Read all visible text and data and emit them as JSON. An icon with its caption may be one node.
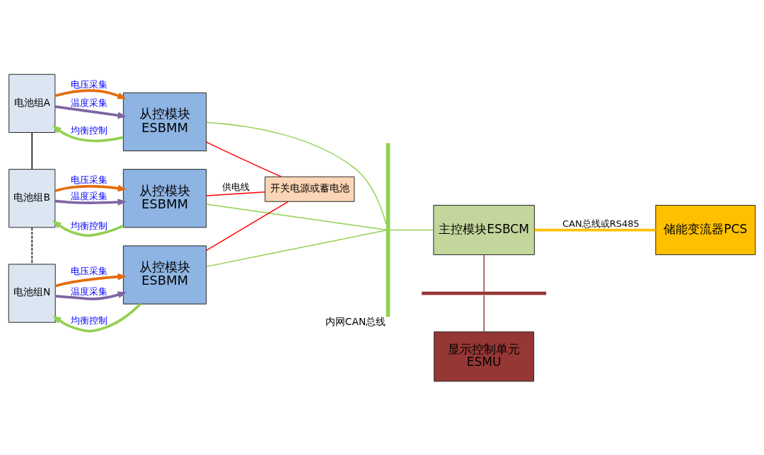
{
  "diagram": {
    "nodes": [
      {
        "text": [
          "电池组A"
        ]
      },
      {
        "text": [
          "从控模块",
          "ESBMM"
        ]
      },
      {
        "text": [
          "电池组B"
        ]
      },
      {
        "text": [
          "从控模块",
          "ESBMM"
        ]
      },
      {
        "text": [
          "电池组N"
        ]
      },
      {
        "text": [
          "从控模块",
          "ESBMM"
        ]
      },
      {
        "text": [
          "开关电源或蓄电池"
        ]
      },
      {
        "text": [],
        "shape": "bar",
        "beside": [
          "内网CAN总线"
        ]
      },
      {
        "text": [
          "主控模块ESBCM"
        ]
      },
      {
        "text": [
          "储能变流器PCS"
        ]
      },
      {
        "text": [],
        "shape": "bar"
      },
      {
        "text": [
          "显示控制单元",
          "ESMU"
        ]
      }
    ],
    "edges": [
      {
        "from": 0,
        "to": 1,
        "arrow": "to",
        "label": "电压采集",
        "style": "thick",
        "color": "#e46c0a"
      },
      {
        "from": 1,
        "to": 0,
        "arrow": "to",
        "label": "均衡控制",
        "style": "thick",
        "color": "#92d050"
      },
      {
        "from": 0,
        "to": 1,
        "arrow": "to",
        "label": "温度采集",
        "style": "thick",
        "color": "#8064a2"
      },
      {
        "from": 2,
        "to": 3,
        "arrow": "to",
        "label": "电压采集",
        "style": "thick",
        "color": "#e46c0a"
      },
      {
        "from": 3,
        "to": 2,
        "arrow": "to",
        "label": "均衡控制",
        "style": "thick",
        "color": "#92d050"
      },
      {
        "from": 2,
        "to": 3,
        "arrow": "to",
        "label": "温度采集",
        "style": "thick",
        "color": "#8064a2"
      },
      {
        "from": 4,
        "to": 5,
        "arrow": "to",
        "label": "电压采集",
        "style": "thick",
        "color": "#e46c0a"
      },
      {
        "from": 5,
        "to": 4,
        "arrow": "to",
        "label": "均衡控制",
        "style": "thick",
        "color": "#92d050"
      },
      {
        "from": 4,
        "to": 5,
        "arrow": "to",
        "label": "温度采集",
        "style": "thick",
        "color": "#8064a2"
      },
      {
        "from": 1,
        "to": 7,
        "arrow": "none",
        "color": "#92d050"
      },
      {
        "from": 3,
        "to": 7,
        "arrow": "none",
        "color": "#92d050"
      },
      {
        "from": 5,
        "to": 7,
        "arrow": "none",
        "color": "#92d050"
      },
      {
        "from": 1,
        "to": 6,
        "arrow": "none",
        "color": "#ff0000"
      },
      {
        "from": 3,
        "to": 6,
        "arrow": "none",
        "color": "#ff0000",
        "label": "供电线"
      },
      {
        "from": 5,
        "to": 6,
        "arrow": "none",
        "color": "#ff0000"
      },
      {
        "from": 8,
        "to": 7,
        "arrow": "none",
        "color": "#92d050"
      },
      {
        "from": 8,
        "to": 9,
        "arrow": "none",
        "color": "#ffc000",
        "label": "CAN总线或RS485",
        "style": "thick"
      },
      {
        "from": 8,
        "to": 10,
        "arrow": "none",
        "color": "#953735"
      },
      {
        "from": 10,
        "to": 11,
        "arrow": "none",
        "color": "#953735"
      },
      {
        "from": 0,
        "to": 2,
        "arrow": "none",
        "color": "#000000"
      },
      {
        "from": 2,
        "to": 4,
        "arrow": "none",
        "style": "dashed",
        "color": "#000000"
      }
    ]
  }
}
